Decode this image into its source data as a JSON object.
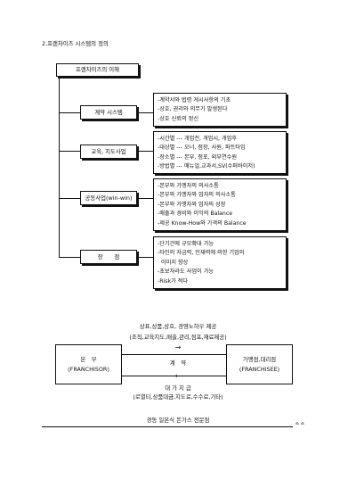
{
  "section_title": "2.프랜차이즈 시스템의 정의",
  "root_label": "프랜차이즈의 이해",
  "branches": [
    {
      "label": "계약 시스템",
      "items": [
        "-계약서와 법령 게시사항의 기초",
        "-상호, 권리와 의무가 발생된다",
        "-상호 신뢰의 정신"
      ]
    },
    {
      "label": "교육, 지도사업",
      "items": [
        "-시간별 --- 개업전, 개업시, 개업후",
        "-대상별 --- 오너, 점장, 사원, 파트타임",
        "-장소별 --- 본부, 점포, 외부연수원",
        "-방법별 --- 매뉴얼,교과서,SV(수퍼바이저)"
      ]
    },
    {
      "label": "공동사업(win-win)",
      "items": [
        "-본부와 가맹자의 의사소통",
        "-본부와 가맹자와 업자의 의사소통",
        "-본부와 가맹자와 업자의 성장",
        "-매출과 경비와 이익의 Balance",
        "-제공 Know-How와 가격의 Balance"
      ]
    },
    {
      "label": "장　　점",
      "items": [
        "-단기간에 규모확대 가능",
        "-타인의 자금력, 인재력에 의한 기업의",
        "  이미지 향상",
        "-초보자라도 사업이 가능",
        "-Risk가 적다"
      ]
    }
  ],
  "relation": {
    "top_line1": "상표,상품,상호, 경영노하우 제공",
    "top_line2": "(조직,교육지도,매출,관리,점포,재료제공)",
    "arrow_right": "→",
    "hq_line1": "본　부",
    "hq_line2": "(FRANCHISOR)",
    "contract": "계　약",
    "franchisee_line1": "가맹점,대리점",
    "franchisee_line2": "(FRANCHISEE)",
    "arrow_left": "←",
    "bottom_line1": "대 가 지 급",
    "bottom_line2": "(로열티,상품대금,지도료,수수료,기타)"
  },
  "footer": {
    "label": "경동 일본식 돈가스 전문점",
    "page": "ᅀᅀ"
  }
}
